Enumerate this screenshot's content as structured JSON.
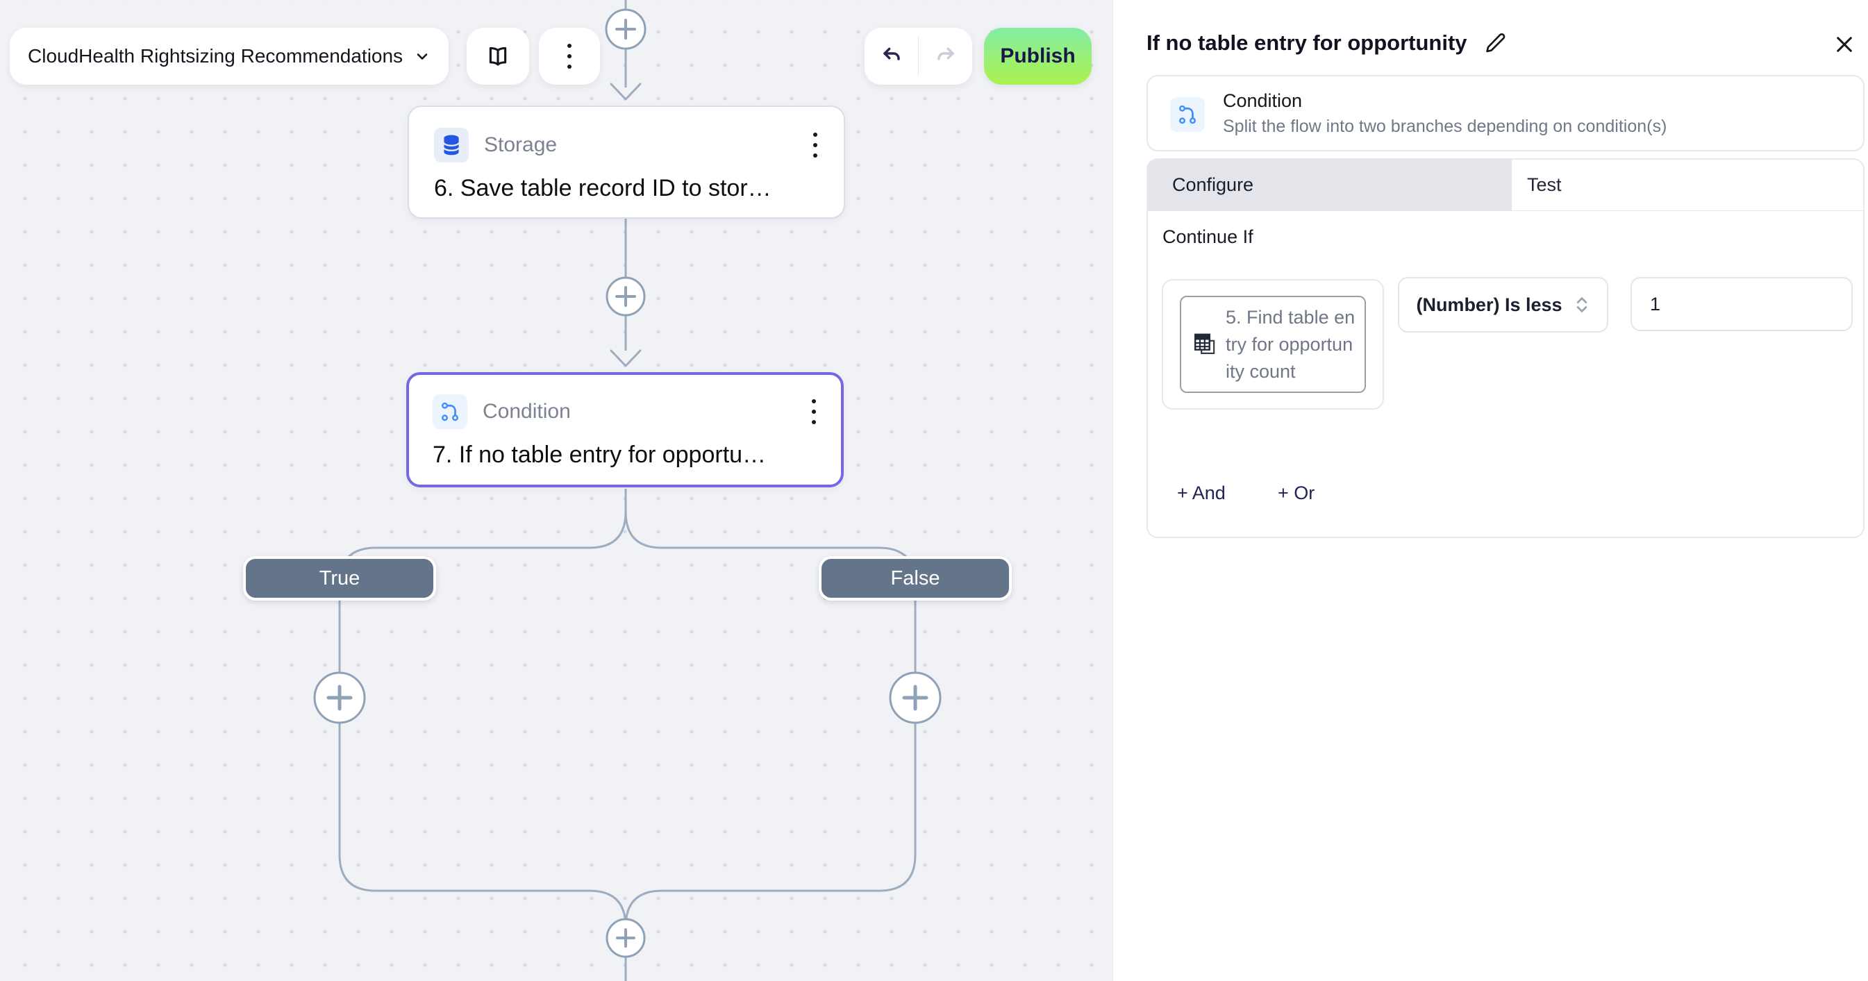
{
  "toolbar": {
    "flow_name": "CloudHealth Rightsizing Recommendations",
    "publish_label": "Publish"
  },
  "flow": {
    "storage_node": {
      "type": "Storage",
      "title": "6. Save table record ID to stor…"
    },
    "condition_node": {
      "type": "Condition",
      "title": "7. If no table entry for opportu…"
    },
    "true_label": "True",
    "false_label": "False"
  },
  "panel": {
    "title": "If no table entry for opportunity",
    "summary": {
      "name": "Condition",
      "description": "Split the flow into two branches depending on condition(s)"
    },
    "tabs": {
      "configure": "Configure",
      "test": "Test"
    },
    "section_label": "Continue If",
    "condition_row": {
      "operand": "5. Find table entry for opportunity count",
      "operator": "(Number) Is less",
      "value": "1"
    },
    "add_and_label": "+ And",
    "add_or_label": "+ Or"
  },
  "colors": {
    "publish_gradient_top": "#84eda5",
    "publish_gradient_bottom": "#abf24d",
    "selected_node_border": "#7568e4",
    "connector": "#9dadc0",
    "branch_pill": "#64748b",
    "storage_icon": "#2457e0",
    "condition_icon": "#3f8ef7",
    "canvas_bg": "#f1f2f6"
  }
}
